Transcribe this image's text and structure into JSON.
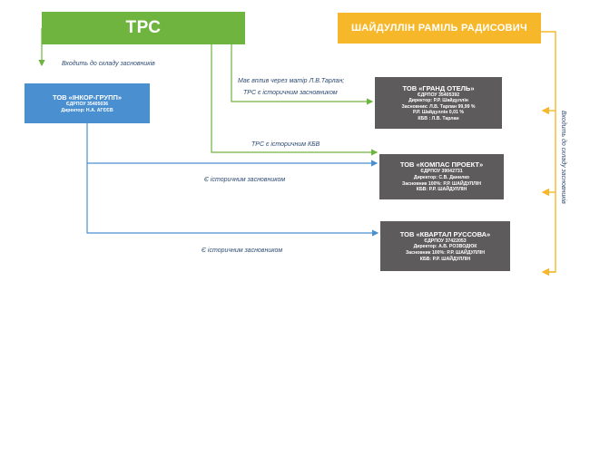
{
  "nodes": {
    "trs": {
      "title": "ТРС"
    },
    "person": {
      "title": "ШАЙДУЛЛІН РАМІЛЬ РАДИСОВИЧ"
    },
    "inkor": {
      "name": "ТОВ «ІНКОР-ГРУПП»",
      "lines": [
        "ЄДРПОУ 35405036",
        "Директор: Н.А. АГЄЄВ"
      ]
    },
    "grand": {
      "name": "ТОВ «ГРАНД ОТЕЛЬ»",
      "lines": [
        "ЄДРПОУ 35405392",
        "Директор: Р.Р. Шайдуллін",
        "Засновник: Л.В. Тарлан 99,99 %",
        "Р.Р. Шайдуллін 0,01 %",
        "КБВ : Л.В. Тарлан"
      ]
    },
    "kompas": {
      "name": "ТОВ «КОМПАС ПРОЕКТ»",
      "lines": [
        "ЄДРПОУ 39042731",
        "Директор: С.В. Данилко",
        "Засновник 100%: Р.Р. ШАЙДУЛЛІН",
        "КБВ: Р.Р. ШАЙДУЛЛІН"
      ]
    },
    "kvartal": {
      "name": "ТОВ «КВАРТАЛ РУССОВА»",
      "lines": [
        "ЄДРПОУ 37422053",
        "Директор: А.В. РОЗВОДЮК",
        "Засновник 100%: Р.Р. ШАЙДУЛЛІН",
        "КБВ: Р.Р. ШАЙДУЛЛІН"
      ]
    }
  },
  "edges": {
    "trs_to_inkor": "Входить до складу засновників",
    "trs_influence_1": "Має вплив через матір Л.В.Тарлан;",
    "trs_influence_2": "ТРС є історичним засновником",
    "trs_kbv": "ТРС є історичним КБВ",
    "inkor_kompas": "Є історичним засновником",
    "inkor_kvartal": "Є історичним засновником",
    "person_companies": "Входить до складу засновників"
  },
  "colors": {
    "green": "#6fb43f",
    "yellow": "#f6b82a",
    "blue": "#4a8fd0",
    "gray": "#5e5b5c"
  }
}
